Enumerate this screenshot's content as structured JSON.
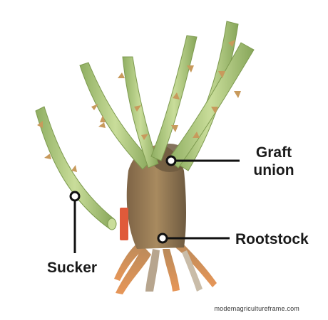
{
  "labels": {
    "graft_union": [
      "Graft",
      "union"
    ],
    "rootstock": "Rootstock",
    "sucker": "Sucker"
  },
  "watermark": "modemagricultureframe.com",
  "colors": {
    "cane_fill": "#a9c779",
    "cane_light": "#c9dd9a",
    "cane_dark": "#7d9a4f",
    "thorn": "#c89a5c",
    "trunk": "#9b7a52",
    "trunk_dark": "#6e5a40",
    "root": "#d9894f",
    "root_light": "#f0b27a",
    "cut_mark": "#e05a3a",
    "leader": "#111111"
  }
}
